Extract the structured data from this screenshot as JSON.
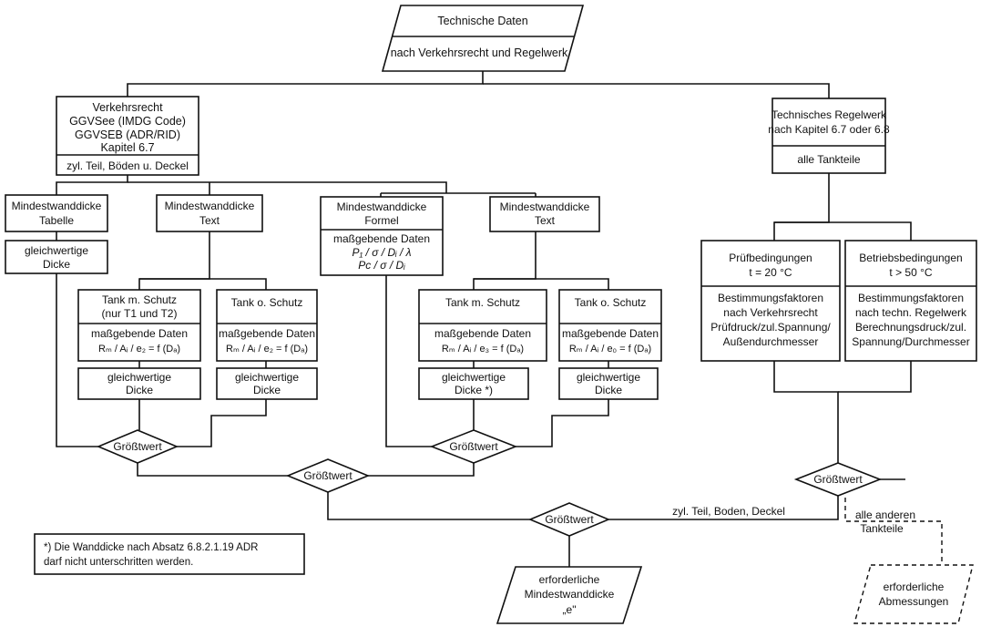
{
  "top": {
    "l1": "Technische Daten",
    "l2": "nach Verkehrsrecht und Regelwerk"
  },
  "verkehrsrecht": {
    "lines": [
      "Verkehrsrecht",
      "GGVSee (IMDG Code)",
      "GGVSEB (ADR/RID)",
      "Kapitel 6.7"
    ],
    "sub": "zyl. Teil, Böden u. Deckel"
  },
  "regelwerk": {
    "lines": [
      "Technisches Regelwerk",
      "nach Kapitel 6.7 oder 6.8"
    ],
    "sub": "alle Tankteile"
  },
  "mw_tabelle": [
    "Mindestwanddicke",
    "Tabelle"
  ],
  "mw_text_left": [
    "Mindestwanddicke",
    "Text"
  ],
  "gleich_left": [
    "gleichwertige",
    "Dicke"
  ],
  "mw_formel": {
    "title": [
      "Mindestwanddicke",
      "Formel"
    ],
    "data": [
      "maßgebende Daten",
      "P₁ / σ / Dᵢ / λ",
      "Pᴄ / σ / Dᵢ"
    ]
  },
  "mw_text_mid": [
    "Mindestwanddicke",
    "Text"
  ],
  "tank1": {
    "title": [
      "Tank m. Schutz",
      "(nur T1 und T2)"
    ],
    "data": [
      "maßgebende Daten",
      "Rₘ / Aᵢ / e₂ = f (Dₐ)"
    ],
    "res": [
      "gleichwertige",
      "Dicke"
    ]
  },
  "tank2": {
    "title": [
      "Tank o. Schutz"
    ],
    "data": [
      "maßgebende Daten",
      "Rₘ / Aᵢ / e₂ = f (Dₐ)"
    ],
    "res": [
      "gleichwertige",
      "Dicke"
    ]
  },
  "tank3": {
    "title": [
      "Tank m. Schutz"
    ],
    "data": [
      "maßgebende Daten",
      "Rₘ / Aᵢ / e₃ = f (Dₐ)"
    ],
    "res": [
      "gleichwertige",
      "Dicke *)"
    ]
  },
  "tank4": {
    "title": [
      "Tank o. Schutz"
    ],
    "data": [
      "maßgebende Daten",
      "Rₘ / Aᵢ / e₀ = f (Dₐ)"
    ],
    "res": [
      "gleichwertige",
      "Dicke"
    ]
  },
  "pruef": {
    "title": [
      "Prüfbedingungen",
      "t = 20 °C"
    ],
    "body": [
      "Bestimmungsfaktoren",
      "nach Verkehrsrecht",
      "Prüfdruck/zul.Spannung/",
      "Außendurchmesser"
    ]
  },
  "betrieb": {
    "title": [
      "Betriebsbedingungen",
      "t > 50 °C"
    ],
    "body": [
      "Bestimmungsfaktoren",
      "nach techn. Regelwerk",
      "Berechnungsdruck/zul.",
      "Spannung/Durchmesser"
    ]
  },
  "decisions": {
    "d1": "Größtwert",
    "d2": "Größtwert",
    "d3": "Größtwert",
    "d4": "Größtwert",
    "d5": "Größtwert"
  },
  "edges": {
    "zyl": "zyl. Teil, Boden, Deckel",
    "alle": [
      "alle anderen",
      "Tankteile"
    ]
  },
  "footnote": [
    "*) Die Wanddicke nach Absatz 6.8.2.1.19 ADR",
    "darf nicht unterschritten werden."
  ],
  "out_main": [
    "erforderliche",
    "Mindestwanddicke",
    "„e\""
  ],
  "out_dash": [
    "erforderliche",
    "Abmessungen"
  ]
}
